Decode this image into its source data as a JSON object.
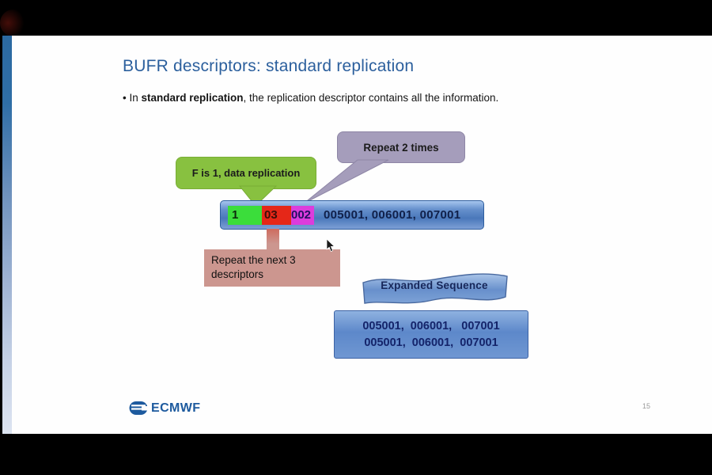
{
  "slide": {
    "title": "BUFR descriptors: standard replication",
    "bullet": {
      "marker": "•",
      "prefix": "In ",
      "bold": "standard replication",
      "suffix": ", the replication descriptor contains all the information."
    },
    "callout_f": {
      "text": "F is 1, data replication",
      "fill": "#88c140"
    },
    "callout_repeat": {
      "text": "Repeat 2 times",
      "fill": "#a59dbb"
    },
    "callout_next": {
      "text": "Repeat the next 3 descriptors",
      "fill": "#cc968f"
    },
    "descriptor_bar": {
      "f_value": "1",
      "x_value": "03",
      "y_value": "002",
      "descriptors": "005001, 006001, 007001",
      "f_highlight": "#3bdd3b",
      "x_highlight": "#e52718",
      "y_highlight": "#dc3cdc",
      "bar_color": "#5d88ca"
    },
    "expanded": {
      "label": "Expanded Sequence",
      "line1": "005001,  006001,   007001",
      "line2": "005001,  006001,  007001"
    },
    "footer": {
      "logo_text": "ECMWF",
      "page_number": "15",
      "logo_color": "#1d5a9e"
    }
  }
}
